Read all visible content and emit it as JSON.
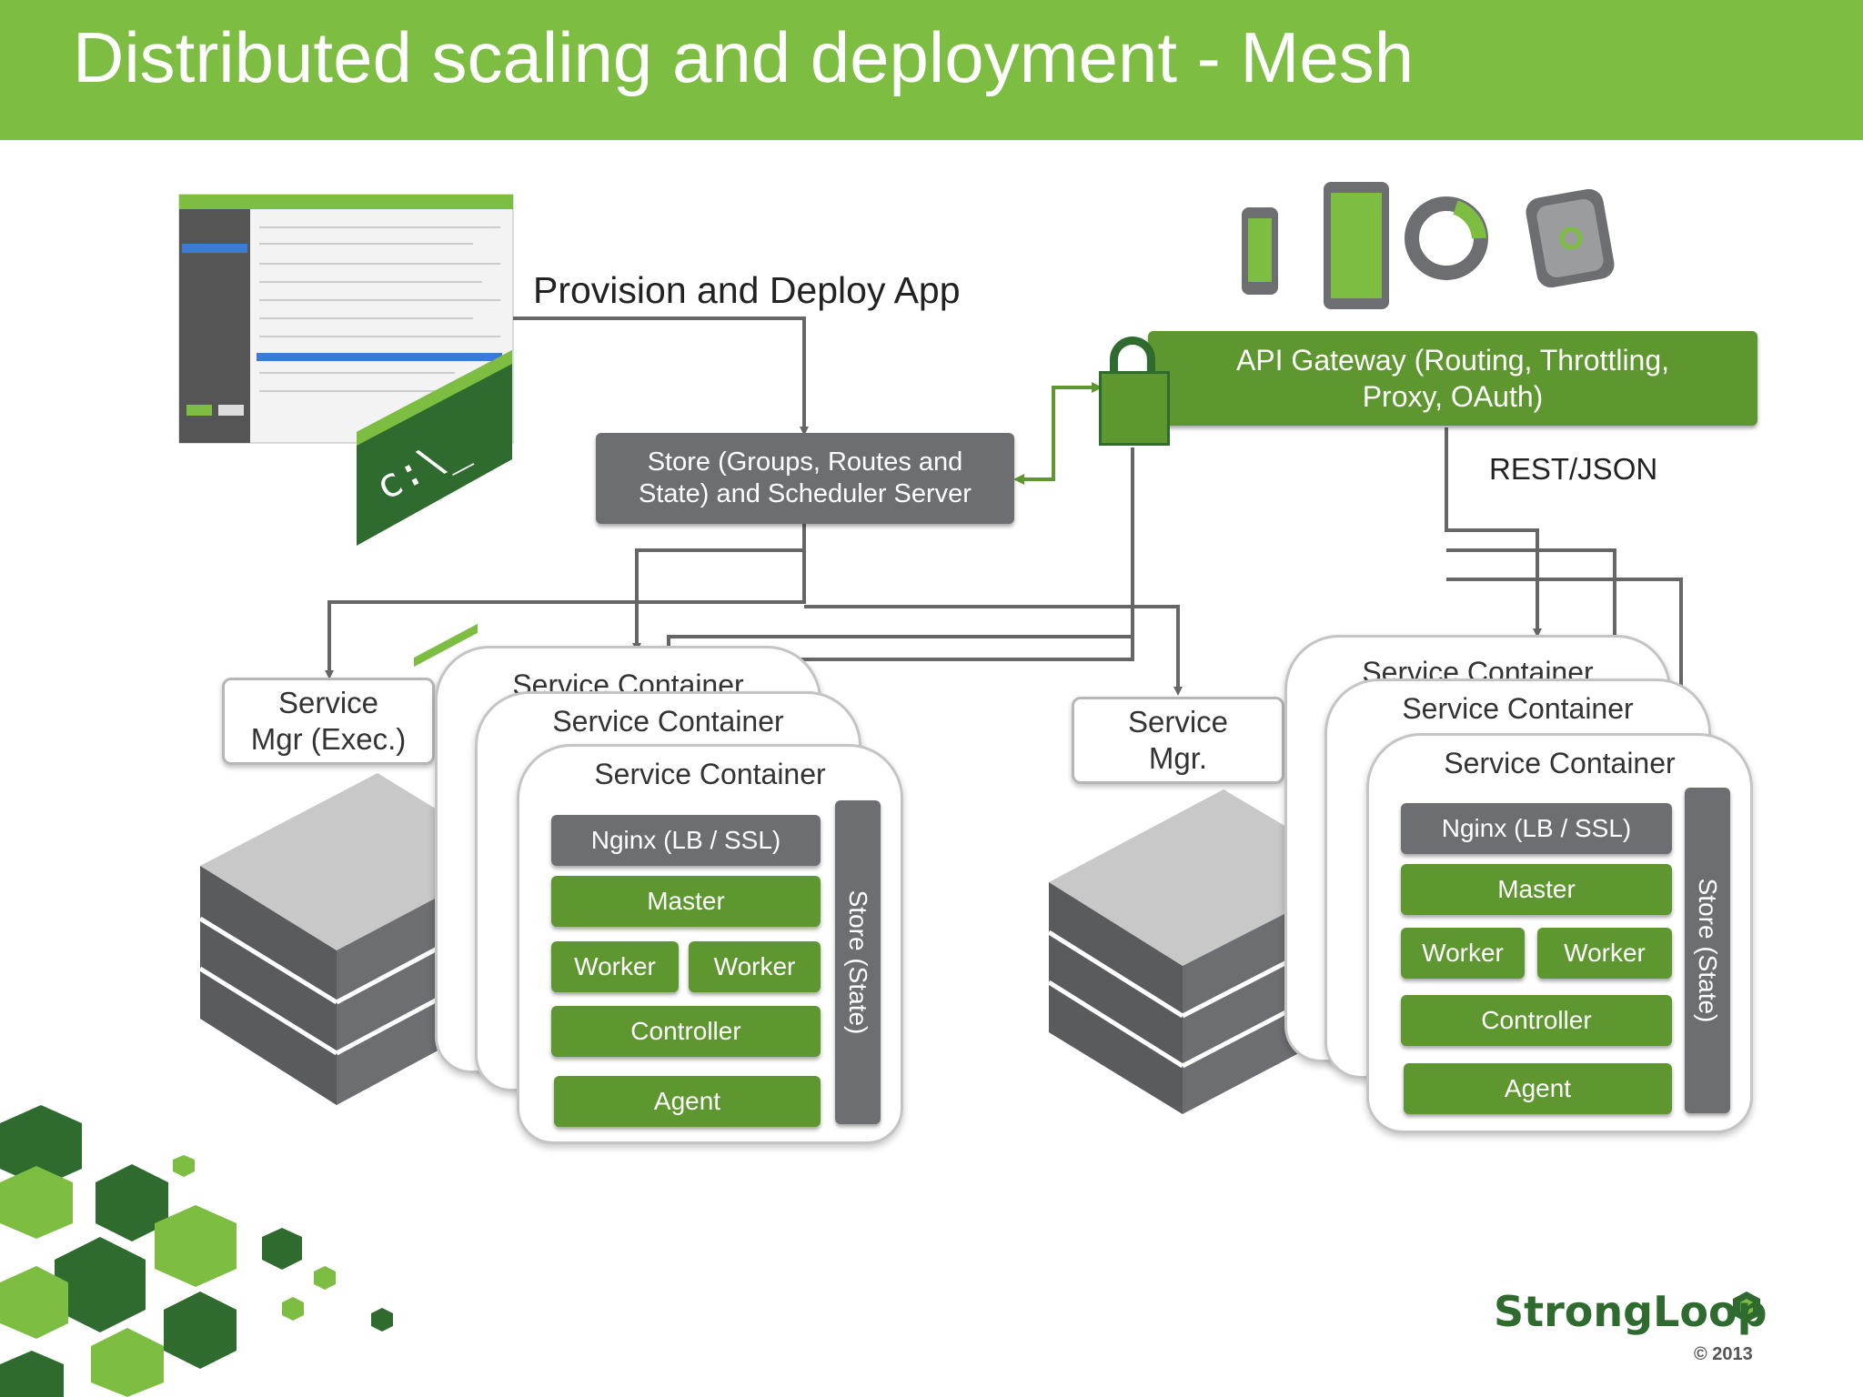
{
  "header": {
    "title": "Distributed scaling and deployment - Mesh"
  },
  "provision_label": "Provision and Deploy App",
  "terminal_prompt": "c:\\_",
  "gateway": {
    "label_line1": "API Gateway (Routing, Throttling,",
    "label_line2": "Proxy, OAuth)"
  },
  "rest_json_label": "REST/JSON",
  "store_server": {
    "line1": "Store (Groups, Routes and",
    "line2": "State) and Scheduler Server"
  },
  "left_cluster": {
    "manager_line1": "Service",
    "manager_line2": "Mgr (Exec.)",
    "container_back_title": "Service Container",
    "container_mid_title": "Service Container",
    "container_front_title": "Service Container",
    "nginx": "Nginx  (LB / SSL)",
    "master": "Master",
    "worker1": "Worker",
    "worker2": "Worker",
    "controller": "Controller",
    "agent": "Agent",
    "store": "Store (State)"
  },
  "right_cluster": {
    "manager_line1": "Service",
    "manager_line2": "Mgr.",
    "container_back_title": "Service Container",
    "container_mid_title": "Service Container",
    "container_front_title": "Service Container",
    "nginx": "Nginx  (LB / SSL)",
    "master": "Master",
    "worker1": "Worker",
    "worker2": "Worker",
    "controller": "Controller",
    "agent": "Agent",
    "store": "Store (State)"
  },
  "logo": {
    "name": "StrongLoop",
    "copyright": "© 2013"
  },
  "icons": [
    "console-screenshot-icon",
    "terminal-icon",
    "phone-icon",
    "tablet-icon",
    "watch-icon",
    "wearable-device-icon",
    "padlock-icon",
    "server-rack-icon",
    "hexagon-pattern"
  ],
  "colors": {
    "brand_green": "#7cbd42",
    "dark_green": "#2f6b2f",
    "box_green": "#5e9630",
    "box_gray": "#6d6e71",
    "arrow_gray": "#666666"
  }
}
